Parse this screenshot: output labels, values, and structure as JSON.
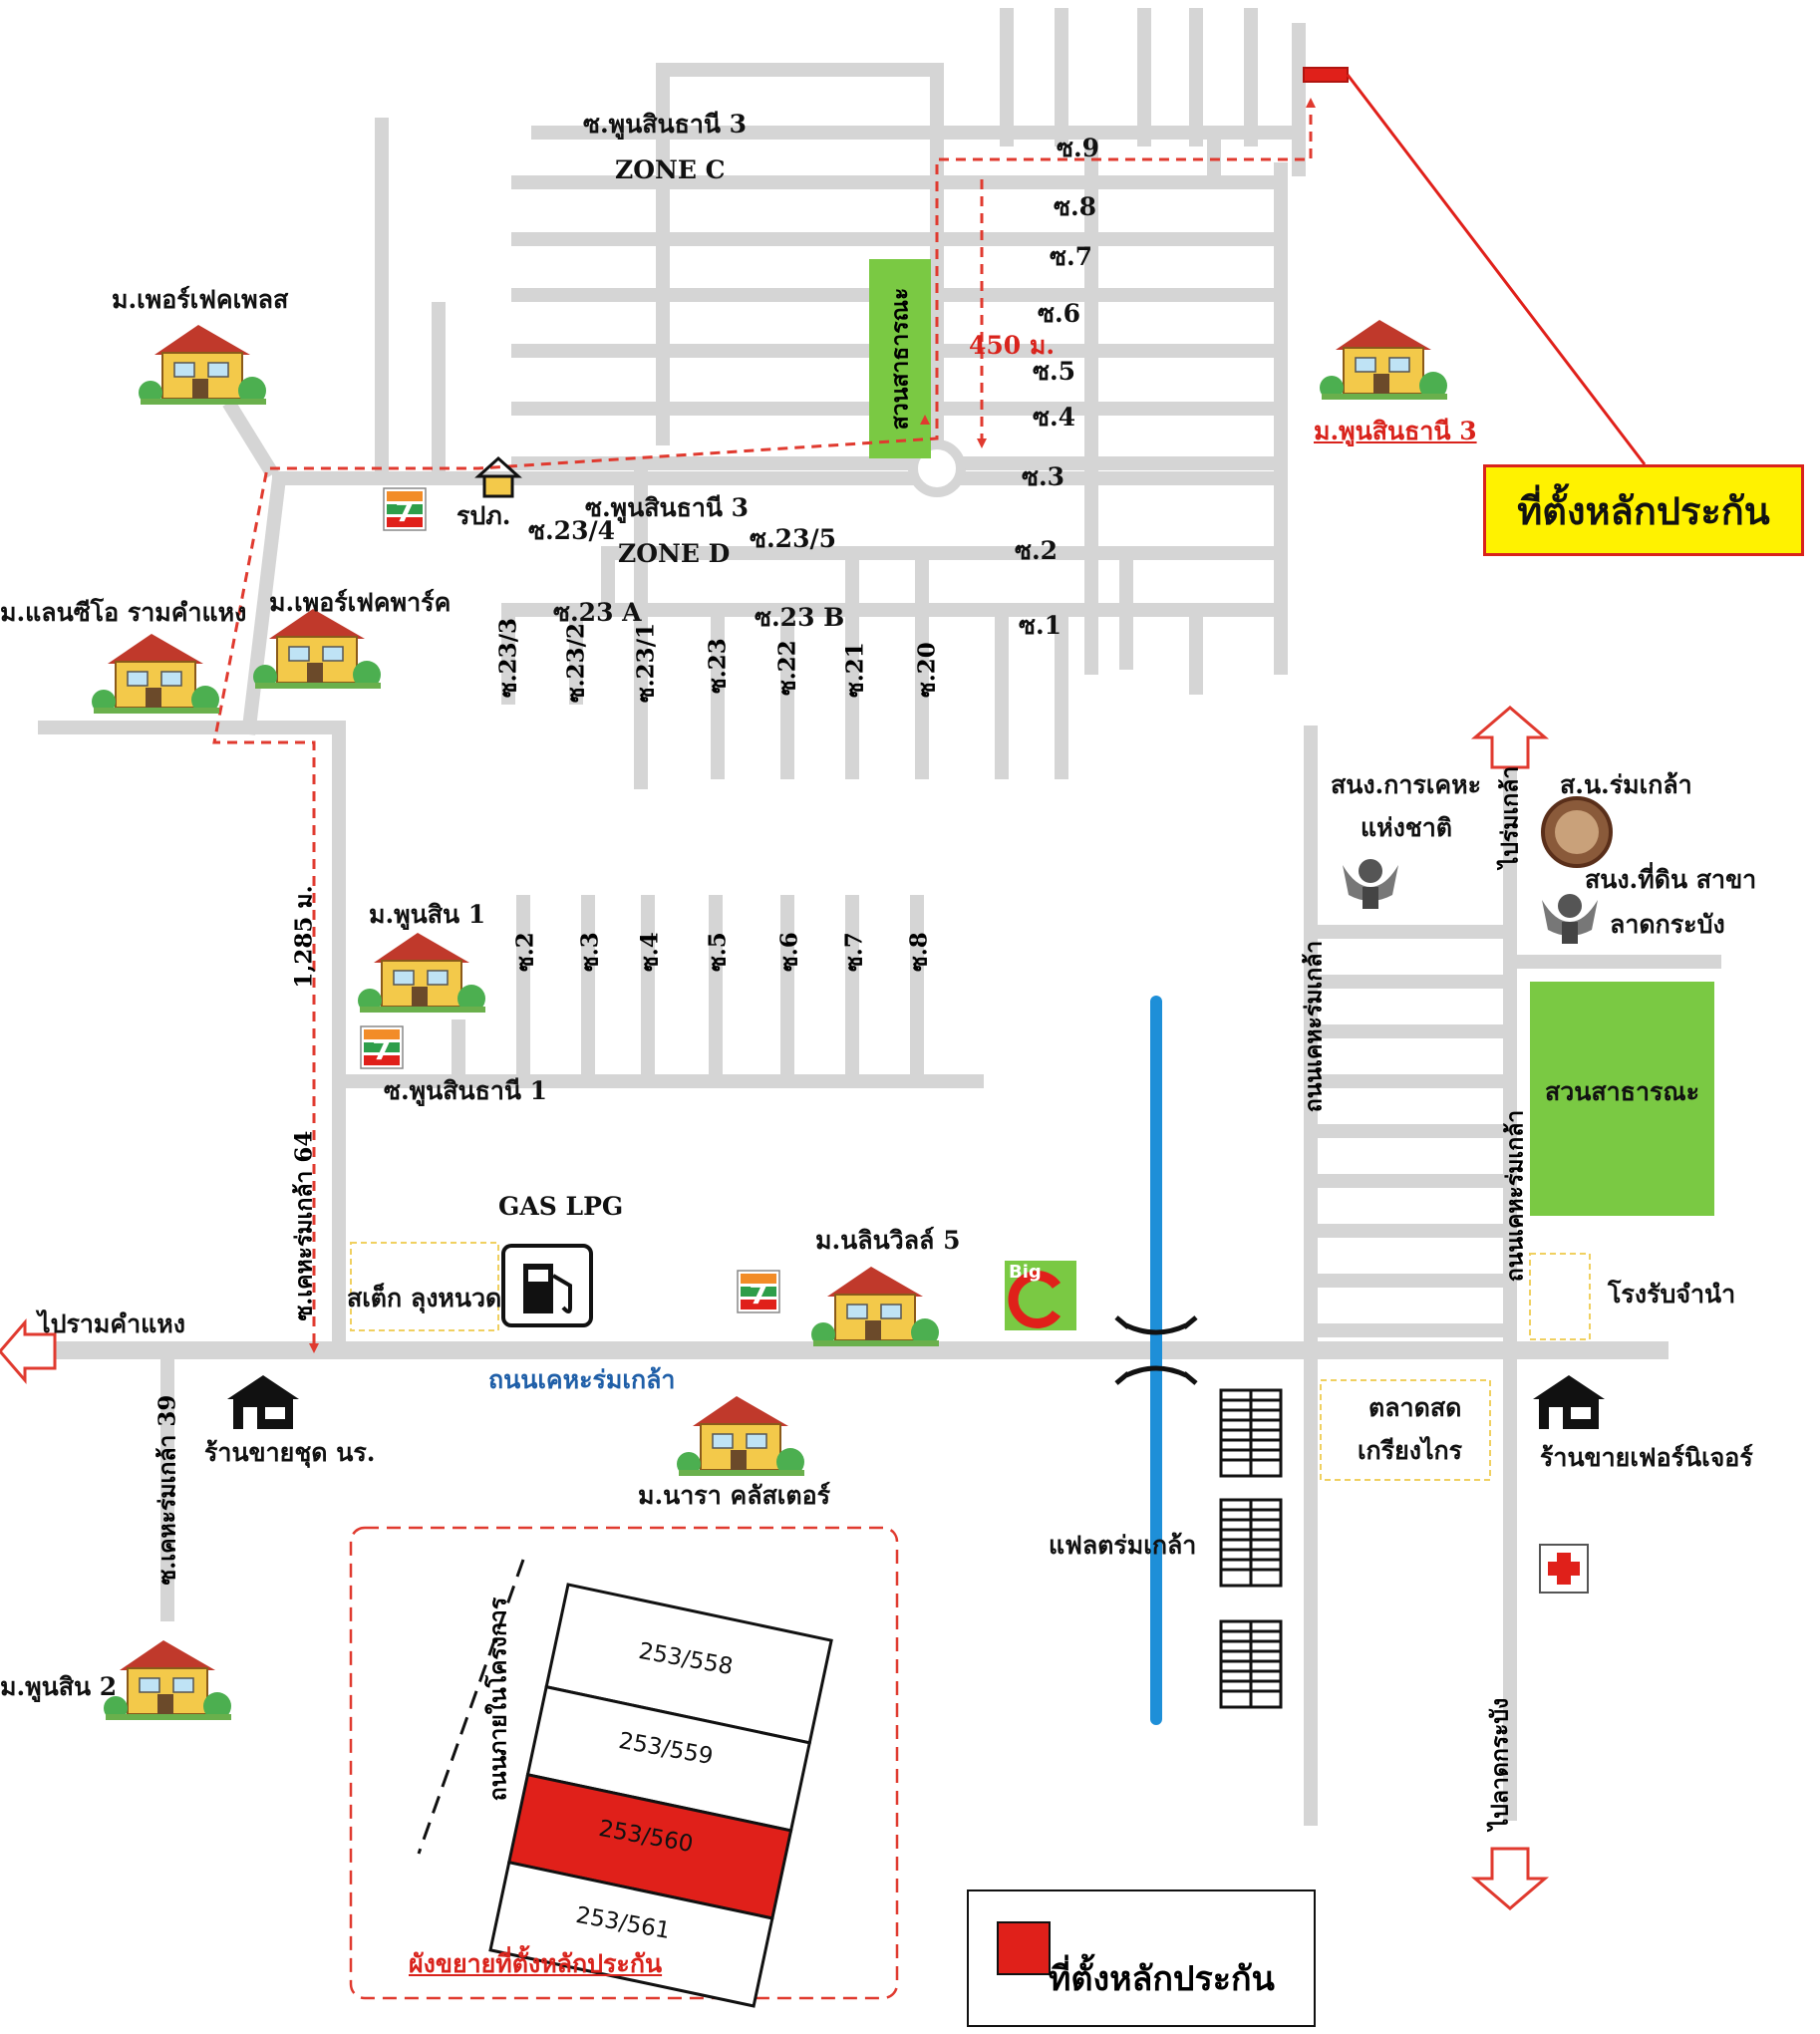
{
  "callout": "ที่ตั้งหลักประกัน",
  "legend": {
    "label": "ที่ตั้งหลักประกัน",
    "color": "#e0201a"
  },
  "colors": {
    "road": "#d5d5d5",
    "park": "#7ac943",
    "route": "#e03a2f",
    "canal": "#1e8fd8",
    "collateral": "#e0201a"
  },
  "labels": {
    "soi_phunsin3_top": "ซ.พูนสินธานี 3",
    "zone_c": "ZONE C",
    "s9": "ซ.9",
    "s8": "ซ.8",
    "s7": "ซ.7",
    "s6": "ซ.6",
    "s5": "ซ.5",
    "s4": "ซ.4",
    "s3": "ซ.3",
    "s2": "ซ.2",
    "s1": "ซ.1",
    "dist_450": "450 ม.",
    "park_top": "สวนสาธารณะ",
    "m_phunsin3": "ม.พูนสินธานี 3",
    "m_perfect_place": "ม.เพอร์เฟคเพลส",
    "police": "รปภ.",
    "soi_phunsin3_mid": "ซ.พูนสินธานี 3",
    "s23_4": "ซ.23/4",
    "s23_5": "ซ.23/5",
    "zone_d": "ZONE D",
    "m_landsio": "ม.แลนซีโอ รามคำแหง",
    "m_perfect_park": "ม.เพอร์เฟคพาร์ค",
    "s23a": "ซ.23 A",
    "s23b": "ซ.23 B",
    "v_23_3": "ซ.23/3",
    "v_23_2": "ซ.23/2",
    "v_23_1": "ซ.23/1",
    "v_23": "ซ.23",
    "v_22": "ซ.22",
    "v_21": "ซ.21",
    "v_20": "ซ.20",
    "to_romklao": "ไปร่มเกล้า",
    "nha": "สนง.การเคหะ",
    "nha2": "แห่งชาติ",
    "police_station": "ส.น.ร่มเกล้า",
    "land_office": "สนง.ที่ดิน สาขา",
    "land_office2": "ลาดกระบัง",
    "dist_1285": "1,285 ม.",
    "m_phunsin1": "ม.พูนสิน 1",
    "p2": "ซ.2",
    "p3": "ซ.3",
    "p4": "ซ.4",
    "p5": "ซ.5",
    "p6": "ซ.6",
    "p7": "ซ.7",
    "p8": "ซ.8",
    "soi_phunsin1": "ซ.พูนสินธานี 1",
    "road_kheha_romklao_v": "ถนนเคหะร่มเกล้า",
    "park_right": "สวนสาธารณะ",
    "soi64": "ซ.เคหะร่มเกล้า 64",
    "gas": "GAS LPG",
    "school": "สเต็ก ลุงหนวด",
    "m_nalin": "ม.นลินวิลล์ 5",
    "big_c": "Big",
    "road_kheha_v2": "ถนนเคหะร่มเกล้า",
    "pawn": "โรงรับจำนำ",
    "to_ram": "ไปรามคำแหง",
    "main_road": "ถนนเคหะร่มเกล้า",
    "soi39": "ซ.เคหะร่มเกล้า 39",
    "shop_uniform": "ร้านขายชุด นร.",
    "market1": "ตลาดสด",
    "market2": "เกรียงไกร",
    "shop_furniture": "ร้านขายเฟอร์นิเจอร์",
    "m_nara": "ม.นารา คลัสเตอร์",
    "flats": "แฟลตร่มเกล้า",
    "m_phunsin2": "ม.พูนสิน 2",
    "internal_road": "ถนนภายในโครงการ",
    "to_ladkrabang": "ไปลาดกระบัง",
    "detail_caption": "ผังขยายที่ตั้งหลักประกัน"
  },
  "lots": [
    "253/558",
    "253/559",
    "253/560",
    "253/561"
  ],
  "highlighted_lot": "253/560"
}
